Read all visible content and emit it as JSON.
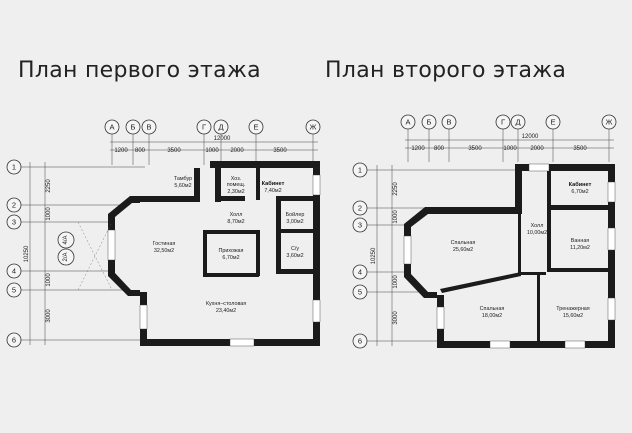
{
  "titles": {
    "floor1": "План первого этажа",
    "floor2": "План второго этажа"
  },
  "axes_letters": [
    "А",
    "Б",
    "В",
    "Г",
    "Д",
    "Е",
    "Ж"
  ],
  "axes_numbers": [
    "1",
    "2",
    "3",
    "4",
    "5",
    "6"
  ],
  "dims_top_total": "12000",
  "dims_top": [
    "1200",
    "800",
    "3500",
    "1000",
    "2000",
    "3500"
  ],
  "dims_left_total": "10250",
  "dims_left": [
    "2250",
    "1000",
    "1000",
    "3000"
  ],
  "floor1_rooms": {
    "tambur": {
      "name": "Тамбур",
      "area": "5,60м2"
    },
    "hoz": {
      "name1": "Хоз.",
      "name2": "помещ.",
      "area": "2,30м2"
    },
    "kabinet": {
      "name": "Кабинет",
      "area": "7,40м2"
    },
    "holl": {
      "name": "Холл",
      "area": "8,70м2"
    },
    "boiler": {
      "name": "Бойлер",
      "area": "3,00м2"
    },
    "gostinaya": {
      "name": "Гостиная",
      "area": "32,50м2"
    },
    "prihozhaya": {
      "name": "Прихожая",
      "area": "6,70м2"
    },
    "su": {
      "name": "С/у",
      "area": "3,60м2"
    },
    "kuhnya": {
      "name": "Кухня–столовая",
      "area": "23,40м2"
    }
  },
  "floor1_axis_marks": [
    "4/A",
    "2/A"
  ],
  "floor2_rooms": {
    "kabinet": {
      "name": "Кабинет",
      "area": "6,70м2"
    },
    "holl": {
      "name": "Холл",
      "area": "10,00м2"
    },
    "spalnya1": {
      "name": "Спальная",
      "area": "25,60м2"
    },
    "vannaya": {
      "name": "Ванная",
      "area": "11,20м2"
    },
    "spalnya2": {
      "name": "Спальная",
      "area": "18,00м2"
    },
    "trenazhernaya": {
      "name": "Тренажерная",
      "area": "15,60м2"
    }
  }
}
